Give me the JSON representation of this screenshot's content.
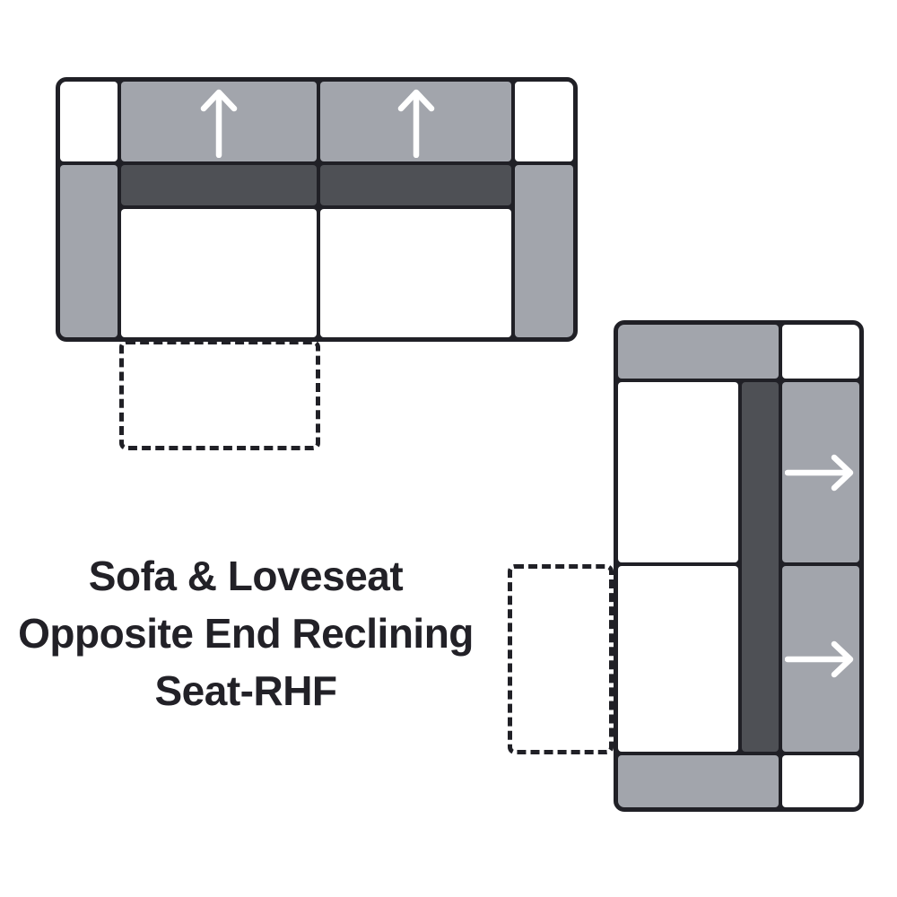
{
  "caption": {
    "line1": "Sofa & Loveseat",
    "line2": "Opposite End Reclining",
    "line3": "Seat-RHF"
  },
  "colors": {
    "outline": "#202026",
    "cushion": "#a2a5ac",
    "back_panel": "#4e5055",
    "seat": "#ffffff",
    "arrow": "#ffffff",
    "text": "#222127",
    "background": "#ffffff"
  },
  "diagrams": {
    "sofa": {
      "orientation": "horizontal-top-view",
      "back_arrow_direction": "up",
      "arrow_count": 2,
      "recliner_outline_position": "below-left-seat"
    },
    "loveseat": {
      "orientation": "vertical-top-view",
      "back_arrow_direction": "right",
      "arrow_count": 2,
      "recliner_outline_position": "left-of-bottom-seat"
    }
  }
}
